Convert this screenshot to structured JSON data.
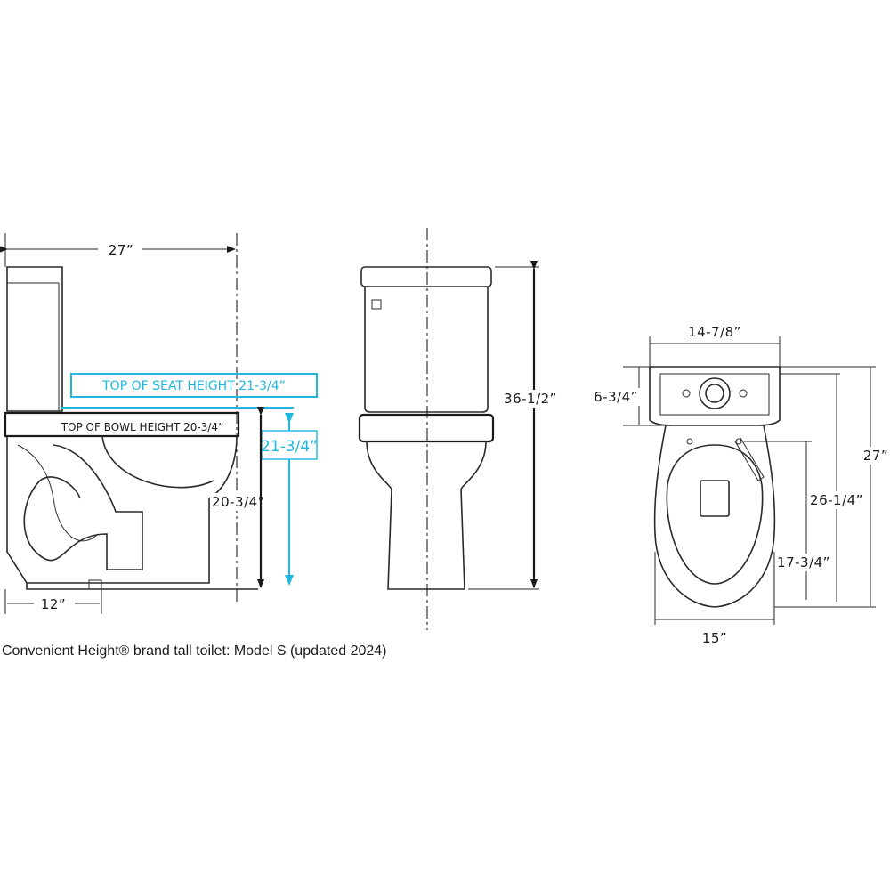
{
  "caption": "Convenient Height® brand tall toilet: Model S  (updated 2024)",
  "side_view": {
    "depth_dim": "27”",
    "seat_height_label": "TOP OF SEAT HEIGHT 21-3/4”",
    "bowl_height_label": "TOP OF BOWL HEIGHT 20-3/4”",
    "seat_height_dim": "21-3/4”",
    "bowl_height_dim": "20-3/4”",
    "rough_in_dim": "12”"
  },
  "front_view": {
    "overall_height_dim": "36-1/2”"
  },
  "top_view": {
    "tank_width_dim": "14-7/8”",
    "tank_depth_dim": "6-3/4”",
    "overall_depth_dim": "27”",
    "bowl_length_dim": "26-1/4”",
    "center_dim": "17-3/4”",
    "bowl_width_dim": "15”"
  },
  "colors": {
    "accent": "#22b6dc",
    "line": "#2a2a2a"
  }
}
